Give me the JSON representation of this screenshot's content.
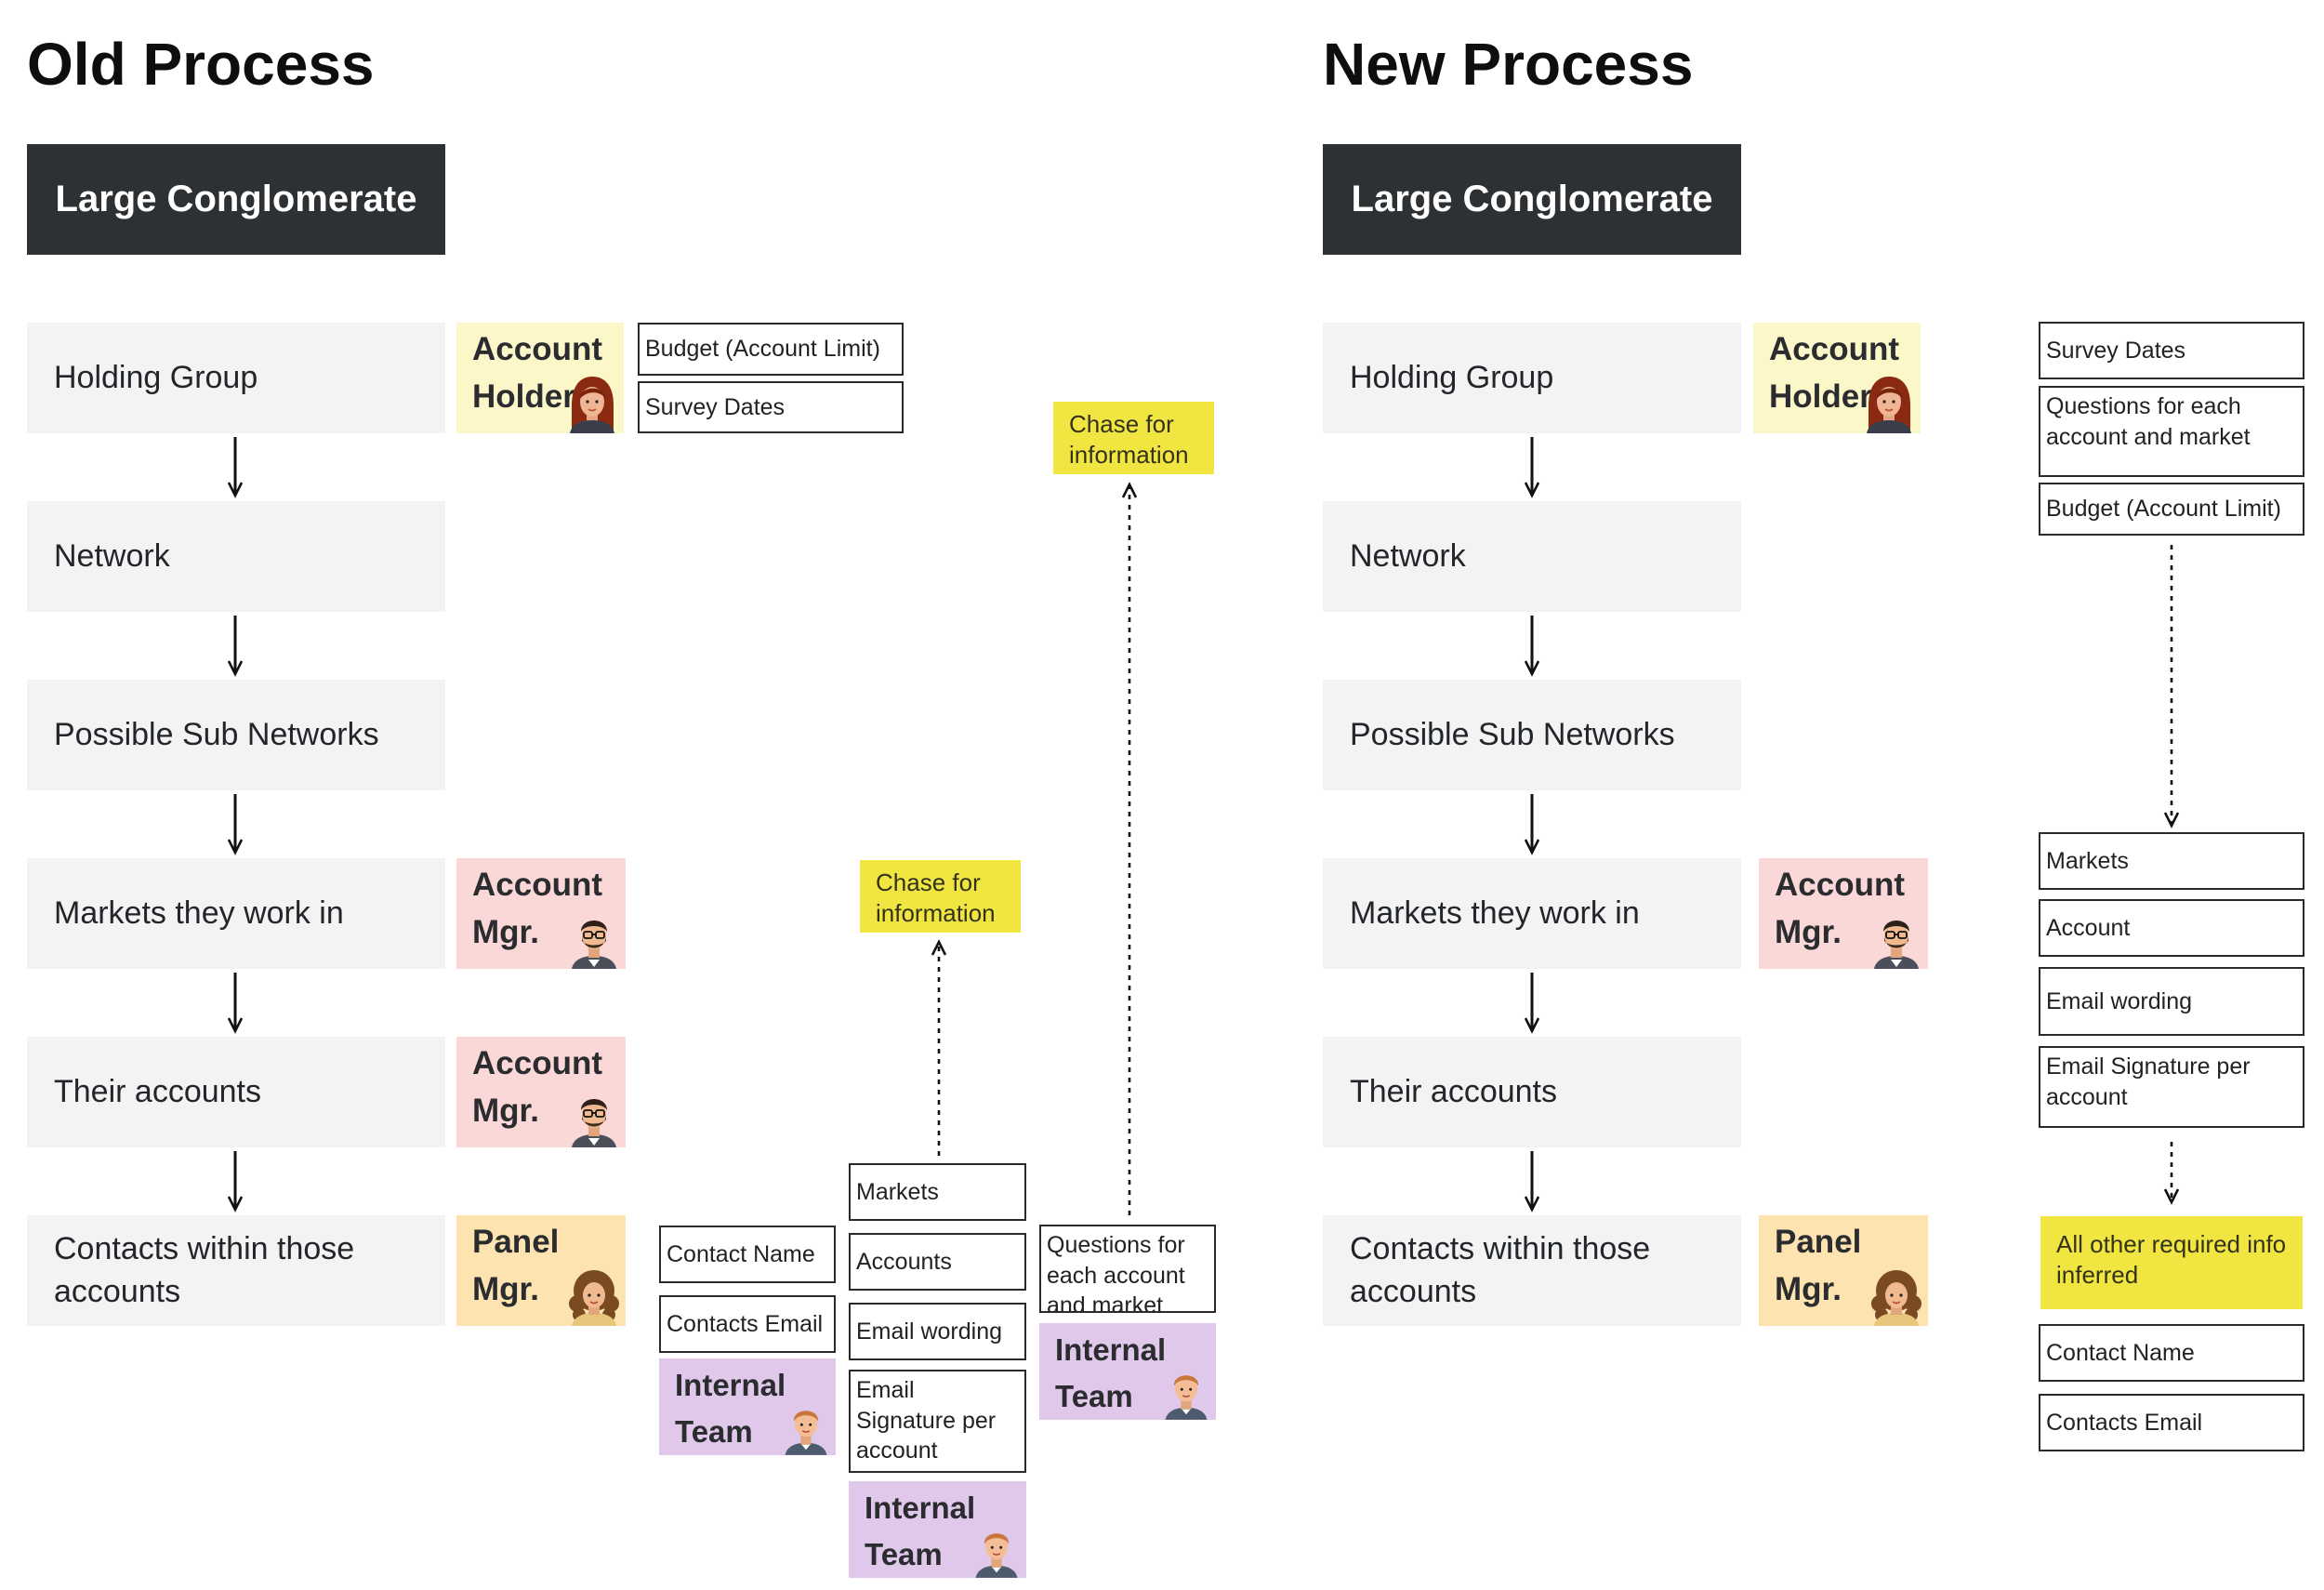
{
  "old": {
    "title": "Old Process",
    "org": "Large Conglomerate",
    "levels": [
      "Holding Group",
      "Network",
      "Possible Sub Networks",
      "Markets they work in",
      "Their accounts",
      "Contacts within those accounts"
    ],
    "roles": {
      "holder": [
        "Account",
        "Holder"
      ],
      "mgr1": [
        "Account",
        "Mgr."
      ],
      "mgr2": [
        "Account",
        "Mgr."
      ],
      "panel": [
        "Panel",
        "Mgr."
      ],
      "internal1": [
        "Internal",
        "Team"
      ],
      "internal2": [
        "Internal",
        "Team"
      ],
      "internal3": [
        "Internal",
        "Team"
      ]
    },
    "notes": {
      "budget": "Budget (Account Limit)",
      "survey": "Survey Dates",
      "contact_name": "Contact Name",
      "contacts_email": "Contacts Email",
      "markets": "Markets",
      "accounts": "Accounts",
      "email_wording": "Email wording",
      "email_signature": "Email Signature per account",
      "questions": "Questions for each account and market"
    },
    "sticky": {
      "chase_upper": "Chase for information",
      "chase_lower": "Chase for information"
    }
  },
  "new": {
    "title": "New Process",
    "org": "Large Conglomerate",
    "levels": [
      "Holding Group",
      "Network",
      "Possible Sub Networks",
      "Markets they work in",
      "Their accounts",
      "Contacts within those accounts"
    ],
    "roles": {
      "holder": [
        "Account",
        "Holder"
      ],
      "mgr": [
        "Account",
        "Mgr."
      ],
      "panel": [
        "Panel",
        "Mgr."
      ]
    },
    "notes": {
      "survey": "Survey Dates",
      "questions": "Questions for each account and market",
      "budget": "Budget (Account Limit)",
      "markets": "Markets",
      "account": "Account",
      "email_wording": "Email wording",
      "email_signature": "Email Signature per account",
      "contact_name": "Contact Name",
      "contacts_email": "Contacts Email"
    },
    "sticky": {
      "inferred": "All other required info inferred"
    }
  },
  "colors": {
    "dark_header": "#2e3134",
    "level_bg": "#f3f3f3",
    "holder_bg": "#fbf7c9",
    "account_mgr_bg": "#fbd8d8",
    "panel_mgr_bg": "#fde3b0",
    "internal_team_bg": "#e0c8ea",
    "sticky_yellow": "#f1e641"
  },
  "icons": {
    "woman_red_hair": "avatar-woman-icon",
    "man_beard_glasses": "avatar-man-beard-icon",
    "woman_curly_hair": "avatar-woman-curly-icon",
    "man_young": "avatar-man-young-icon"
  }
}
